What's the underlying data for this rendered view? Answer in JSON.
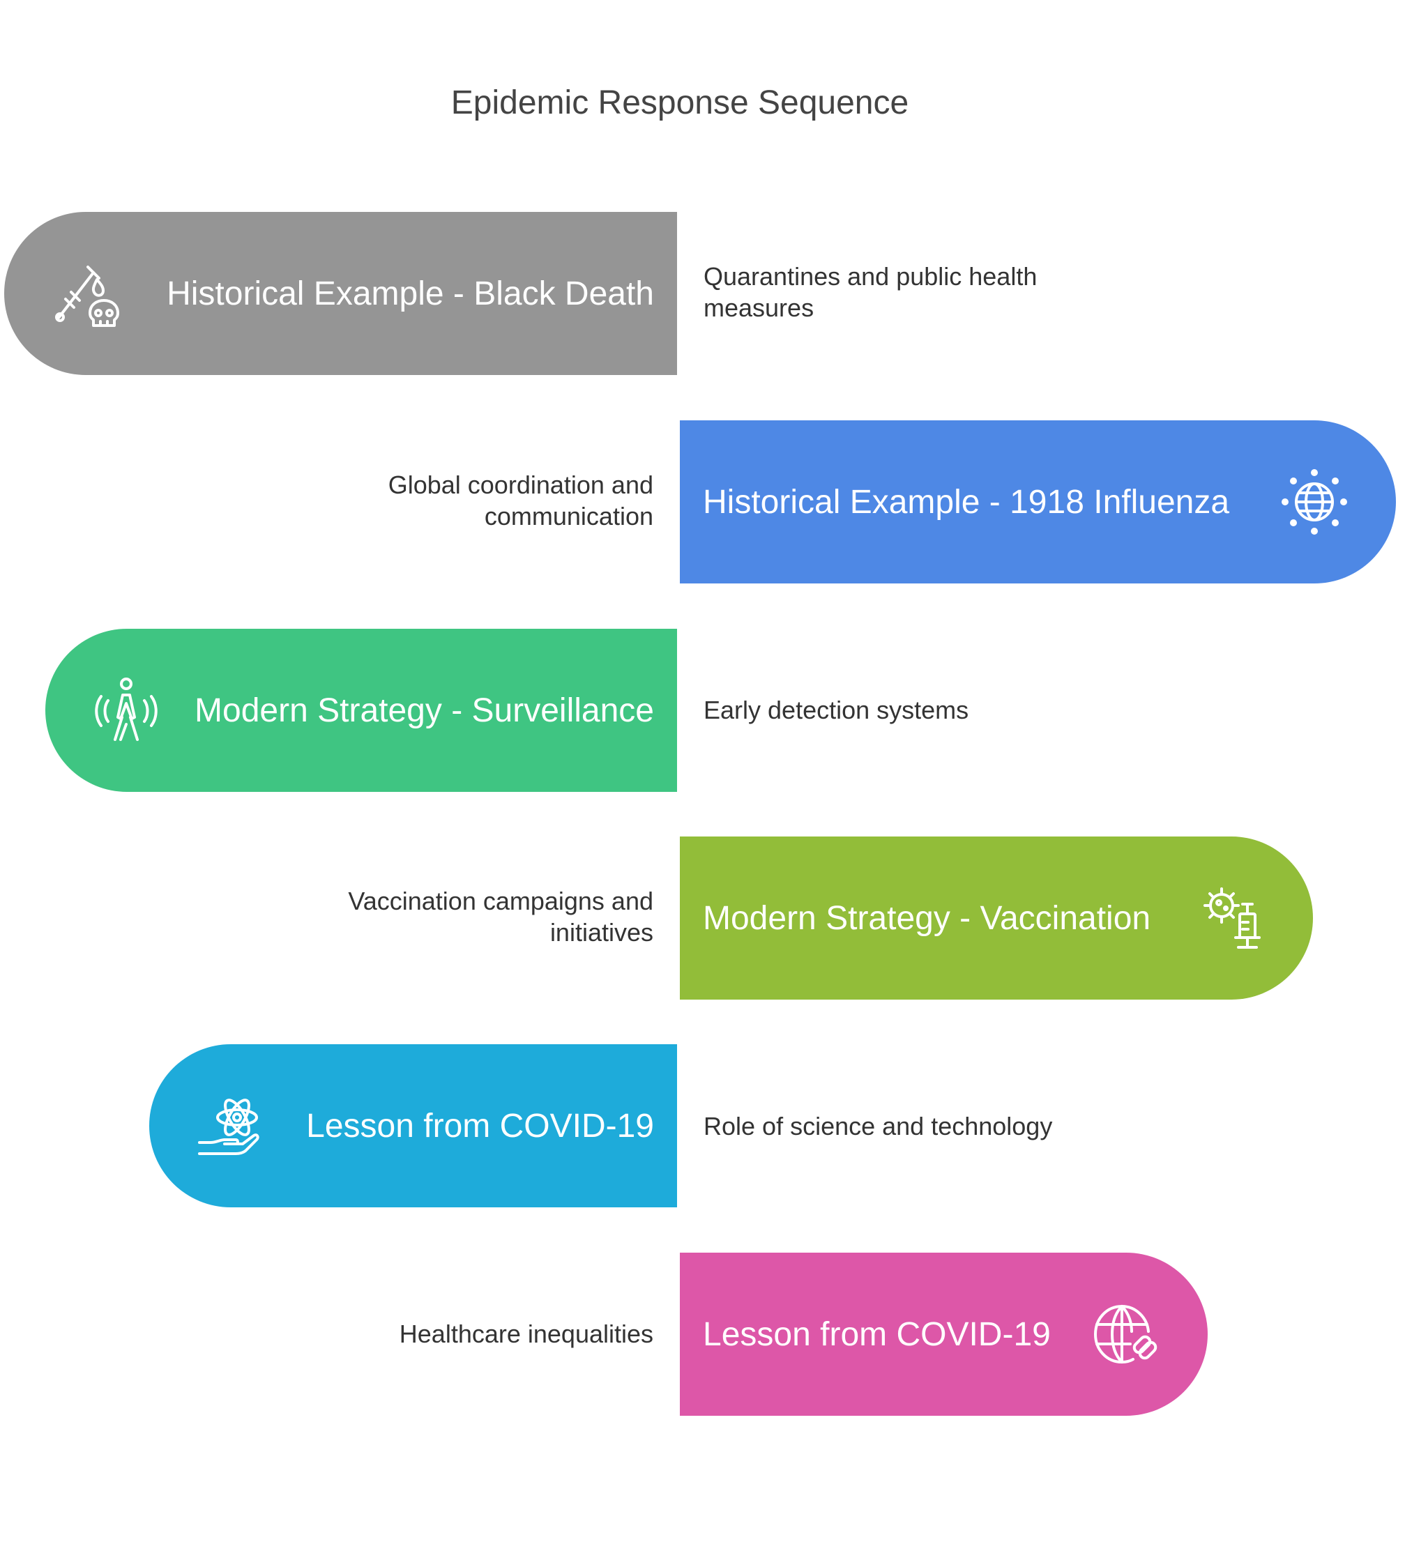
{
  "title": "Epidemic Response Sequence",
  "colors": {
    "gray": "#959595",
    "blue": "#4e88e5",
    "green": "#3fc582",
    "lime": "#92bd39",
    "cyan": "#1eabda",
    "pink": "#dd57a8"
  },
  "steps": [
    {
      "label": "Historical Example - Black Death",
      "description": "Quarantines and public health measures",
      "icon": "syringe-skull-icon",
      "color": "#959595"
    },
    {
      "label": "Historical Example - 1918 Influenza",
      "description": "Global coordination and communication",
      "icon": "globe-icon",
      "color": "#4e88e5"
    },
    {
      "label": "Modern Strategy - Surveillance",
      "description": "Early detection systems",
      "icon": "person-signal-icon",
      "color": "#3fc582"
    },
    {
      "label": "Modern Strategy - Vaccination",
      "description": "Vaccination campaigns and initiatives",
      "icon": "virus-vaccine-icon",
      "color": "#92bd39"
    },
    {
      "label": "Lesson from COVID-19",
      "description": "Role of science and technology",
      "icon": "atom-hand-icon",
      "color": "#1eabda"
    },
    {
      "label": "Lesson from COVID-19",
      "description": "Healthcare inequalities",
      "icon": "globe-link-icon",
      "color": "#dd57a8"
    }
  ]
}
